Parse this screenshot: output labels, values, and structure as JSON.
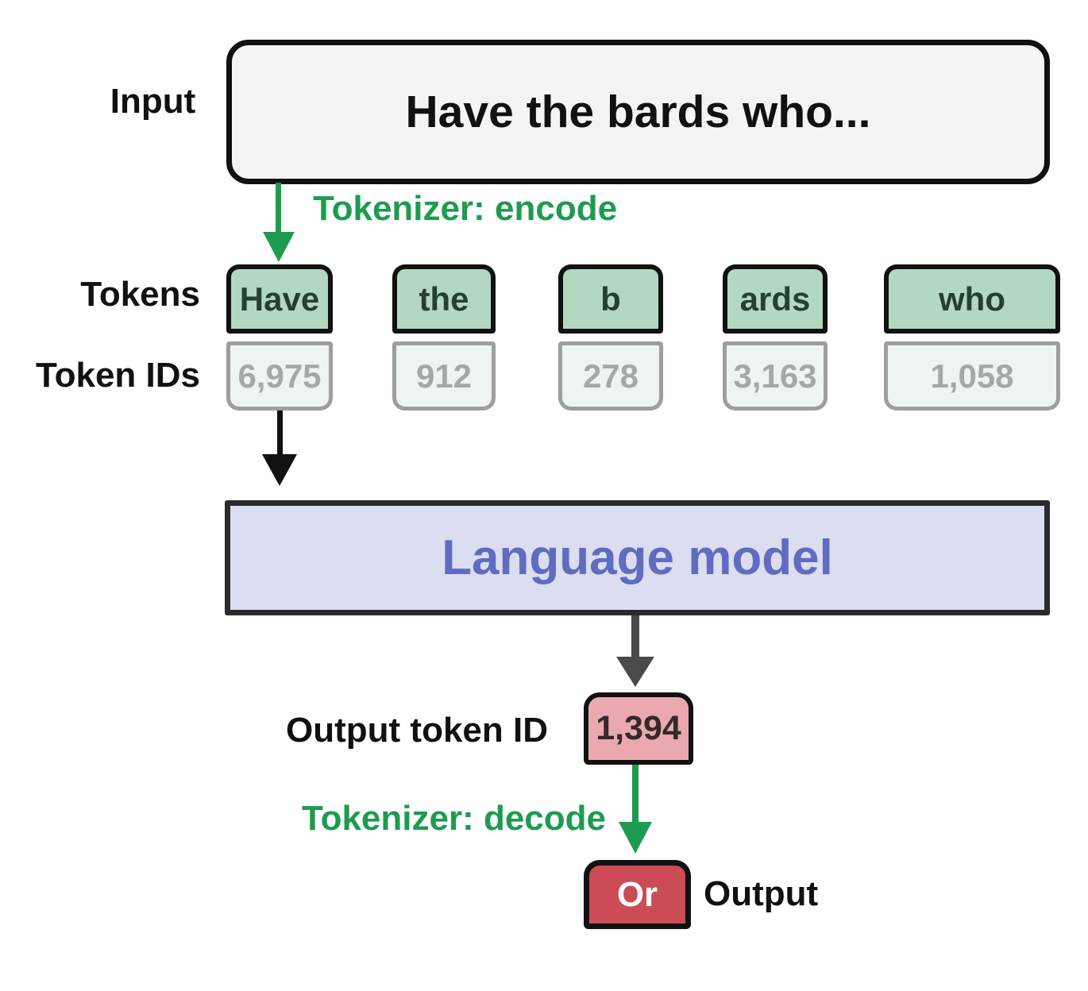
{
  "colors": {
    "background": "#ffffff",
    "green_accent": "#1d9b4f",
    "black": "#111111",
    "gray_arrow": "#4a4a4a",
    "input_box_fill": "#f4f4f4",
    "token_fill": "#b3d8c1",
    "token_text": "#25402f",
    "token_id_fill": "#eef4f0",
    "token_id_border": "#9e9e9e",
    "token_id_text": "#a5a9a6",
    "model_fill": "#dbddf0",
    "model_text": "#5f6cc0",
    "output_token_id_fill": "#e9a9ae",
    "output_fill": "#cc4c55",
    "output_text": "#ffffff"
  },
  "input": {
    "label": "Input",
    "text": "Have the bards who..."
  },
  "encode_step": {
    "label": "Tokenizer: encode",
    "arrow_icon": "down-arrow-green"
  },
  "tokens_row_label": "Tokens",
  "token_ids_row_label": "Token IDs",
  "tokens": [
    {
      "text": "Have",
      "id": "6,975"
    },
    {
      "text": "the",
      "id": "912"
    },
    {
      "text": "b",
      "id": "278"
    },
    {
      "text": "ards",
      "id": "3,163"
    },
    {
      "text": "who",
      "id": "1,058"
    }
  ],
  "token_to_model_arrow_icon": "down-arrow-black",
  "model": {
    "label": "Language model"
  },
  "model_to_output_arrow_icon": "down-arrow-gray",
  "output_token_id": {
    "label": "Output token ID",
    "value": "1,394"
  },
  "decode_step": {
    "label": "Tokenizer: decode",
    "arrow_icon": "down-arrow-green"
  },
  "output": {
    "label": "Output",
    "value": "Or"
  }
}
